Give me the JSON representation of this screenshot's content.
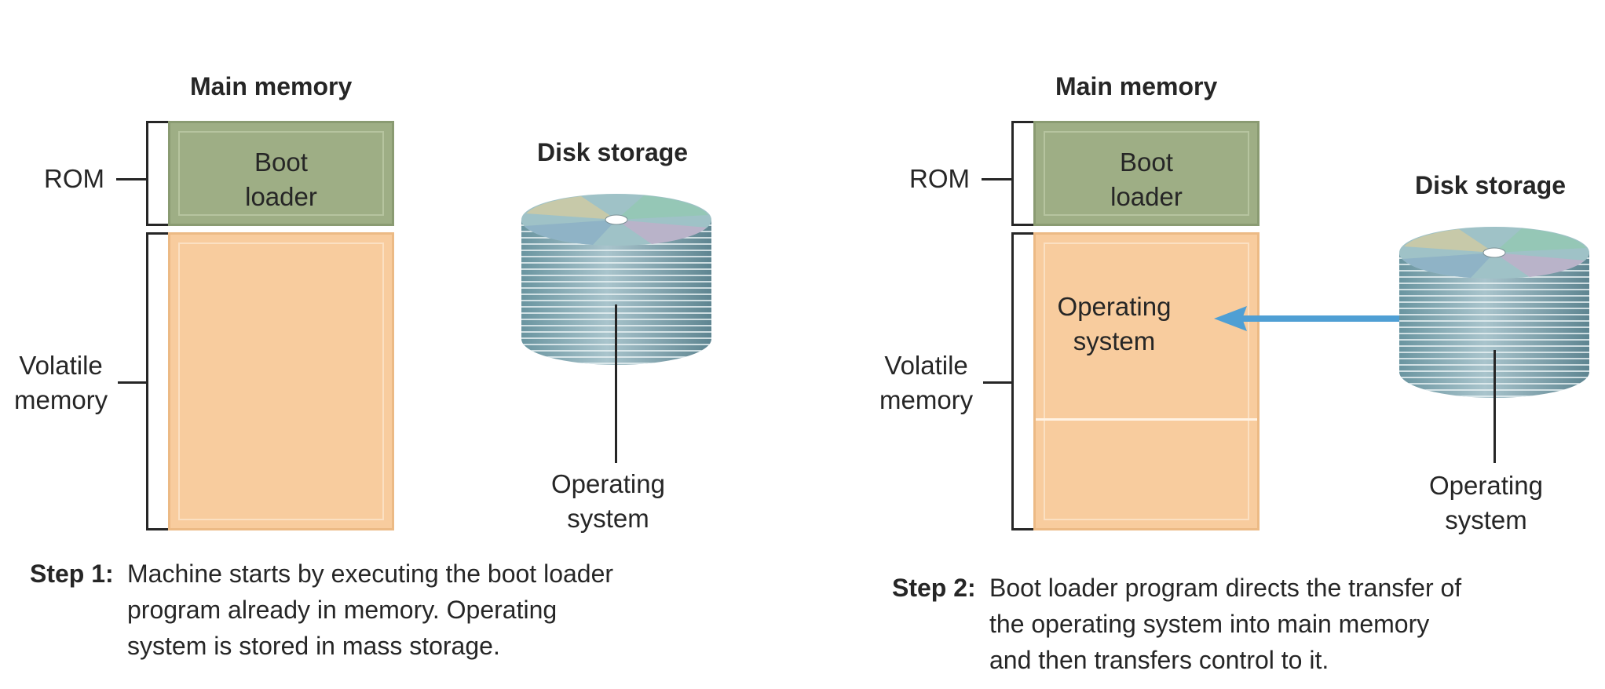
{
  "step1": {
    "heading": "Main memory",
    "rom_label": "ROM",
    "rom_content": "Boot\nloader",
    "volatile_label": "Volatile\nmemory",
    "disk_title": "Disk storage",
    "disk_caption": "Operating\nsystem",
    "step_label": "Step 1:",
    "step_lines": [
      "Machine starts by executing the boot loader",
      "program already in memory. Operating",
      "system is stored in mass storage."
    ]
  },
  "step2": {
    "heading": "Main memory",
    "rom_label": "ROM",
    "rom_content": "Boot\nloader",
    "volatile_label": "Volatile\nmemory",
    "memory_os_label": "Operating\nsystem",
    "disk_title": "Disk storage",
    "disk_caption": "Operating\nsystem",
    "step_label": "Step 2:",
    "step_lines": [
      "Boot loader program directs the transfer of",
      "the operating system into main memory",
      "and then transfers control to it."
    ]
  },
  "colors": {
    "rom_fill": "#9eae85",
    "volatile_fill": "#f8cc9e",
    "arrow": "#4f9fd4",
    "disk_side": "#6f9aa6"
  },
  "icons": [
    "disk-stack-icon",
    "transfer-arrow-icon"
  ]
}
